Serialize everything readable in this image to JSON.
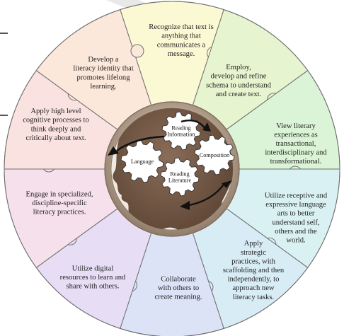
{
  "segments": [
    {
      "id": "recognize",
      "lines": [
        "Recognize that text is",
        "anything that",
        "communicates a",
        "message."
      ],
      "color": "#fbf9d4"
    },
    {
      "id": "employ",
      "lines": [
        "Employ,",
        "develop and refine",
        "schema to understand",
        "and create text."
      ],
      "color": "#e6f5cf"
    },
    {
      "id": "view",
      "lines": [
        "View literary",
        "experiences as",
        "transactional,",
        "interdisciplinary and",
        "transformational."
      ],
      "color": "#dbf3d6"
    },
    {
      "id": "utilize-receptive",
      "lines": [
        "Utilize receptive and",
        "expressive language",
        "arts to better",
        "understand self,",
        "others and the",
        "world."
      ],
      "color": "#d9f1f2"
    },
    {
      "id": "apply-strategic",
      "lines": [
        "Apply",
        "strategic",
        "practices, with",
        "scaffolding and then",
        "independently, to",
        "approach new",
        "literacy tasks."
      ],
      "color": "#d8ecf6"
    },
    {
      "id": "collaborate",
      "lines": [
        "Collaborate",
        "with others to",
        "create meaning."
      ],
      "color": "#dde3f7"
    },
    {
      "id": "utilize-digital",
      "lines": [
        "Utilize digital",
        "resources to learn and",
        "share with others."
      ],
      "color": "#e7def5"
    },
    {
      "id": "engage",
      "lines": [
        "Engage in specialized,",
        "discipline-specific",
        "literacy practices."
      ],
      "color": "#f6e0ec"
    },
    {
      "id": "apply-high",
      "lines": [
        "Apply high level",
        "cognitive processes to",
        "think deeply and",
        "critically about text."
      ],
      "color": "#f9e2e0"
    },
    {
      "id": "develop",
      "lines": [
        "Develop a",
        "literacy identity that",
        "promotes lifelong",
        "learning."
      ],
      "color": "#fbe8db"
    }
  ],
  "gears": [
    {
      "id": "reading-information",
      "lines": [
        "Reading",
        "Information"
      ]
    },
    {
      "id": "composition",
      "lines": [
        "Composition"
      ]
    },
    {
      "id": "language",
      "lines": [
        "Language"
      ]
    },
    {
      "id": "reading-literature",
      "lines": [
        "Reading",
        "Literature"
      ]
    }
  ]
}
